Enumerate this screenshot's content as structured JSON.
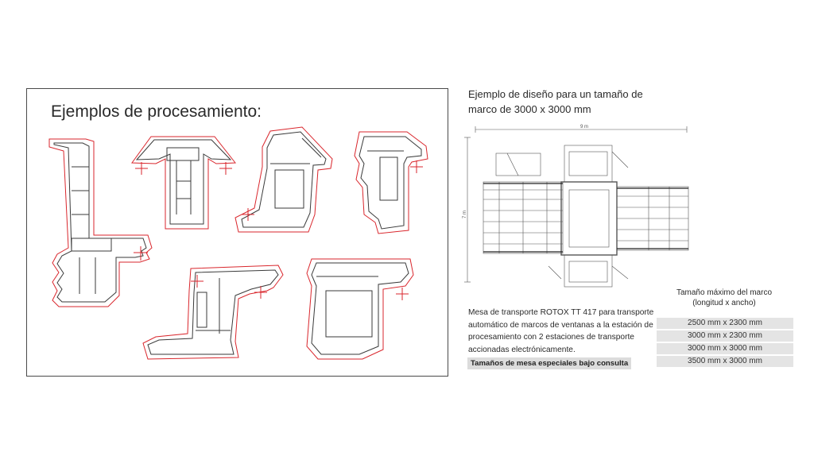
{
  "left_panel": {
    "title": "Ejemplos de procesamiento:"
  },
  "right": {
    "heading": "Ejemplo de diseño para un tamaño de marco de 3000 x 3000 mm",
    "dim_width": "9 m",
    "dim_height": "7 m",
    "description": "Mesa de transporte ROTOX TT 417  para transporte automático de marcos de ventanas a la estación de procesamiento con 2 estaciones de transporte accionadas electrónicamente.",
    "special_note": "Tamaños de mesa especiales bajo consulta"
  },
  "sizes": {
    "heading_line1": "Tamaño máximo del marco",
    "heading_line2": "(longitud x ancho)",
    "rows": [
      "2500 mm x 2300 mm",
      "3000 mm x 2300 mm",
      "3000 mm x 3000 mm",
      "3500 mm x 3000 mm"
    ]
  },
  "colors": {
    "outline_red": "#d9262c",
    "profile_line": "#3a3a3a",
    "row_bg": "#e4e4e4",
    "badge_bg": "#dcdcdc"
  }
}
